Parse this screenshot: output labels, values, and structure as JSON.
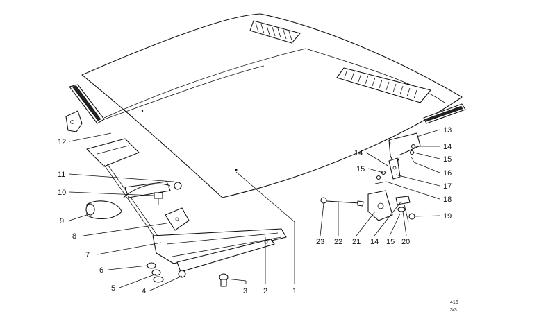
{
  "callouts": [
    {
      "id": "1",
      "text": "1"
    },
    {
      "id": "2",
      "text": "2"
    },
    {
      "id": "3",
      "text": "3"
    },
    {
      "id": "4",
      "text": "4"
    },
    {
      "id": "5",
      "text": "5"
    },
    {
      "id": "6",
      "text": "6"
    },
    {
      "id": "7",
      "text": "7"
    },
    {
      "id": "8",
      "text": "8"
    },
    {
      "id": "9",
      "text": "9"
    },
    {
      "id": "10",
      "text": "10"
    },
    {
      "id": "11",
      "text": "11"
    },
    {
      "id": "12",
      "text": "12"
    },
    {
      "id": "13",
      "text": "13"
    },
    {
      "id": "14a",
      "text": "14"
    },
    {
      "id": "15a",
      "text": "15"
    },
    {
      "id": "16",
      "text": "16"
    },
    {
      "id": "14b",
      "text": "14"
    },
    {
      "id": "15b",
      "text": "15"
    },
    {
      "id": "17",
      "text": "17"
    },
    {
      "id": "18",
      "text": "18"
    },
    {
      "id": "19",
      "text": "19"
    },
    {
      "id": "20",
      "text": "20"
    },
    {
      "id": "15c",
      "text": "15"
    },
    {
      "id": "14c",
      "text": "14"
    },
    {
      "id": "21",
      "text": "21"
    },
    {
      "id": "22",
      "text": "22"
    },
    {
      "id": "23",
      "text": "23"
    }
  ],
  "footnote": {
    "line1": "416",
    "line2": "3/3"
  }
}
